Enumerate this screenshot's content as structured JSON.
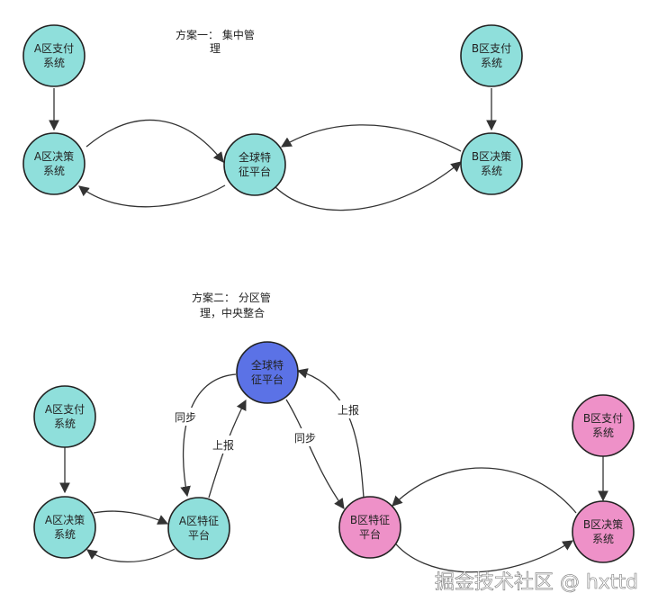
{
  "colors": {
    "teal": "#8fdfdb",
    "blue": "#5b72e6",
    "pink": "#ee91c8",
    "stroke": "#222222",
    "edge": "#333333"
  },
  "scheme1": {
    "title_line1": "方案一：  集中管",
    "title_line2": "理",
    "nodes": {
      "a_pay": {
        "line1": "A区支付",
        "line2": "系统"
      },
      "b_pay": {
        "line1": "B区支付",
        "line2": "系统"
      },
      "a_decision": {
        "line1": "A区决策",
        "line2": "系统"
      },
      "global": {
        "line1": "全球特",
        "line2": "征平台"
      },
      "b_decision": {
        "line1": "B区决策",
        "line2": "系统"
      }
    }
  },
  "scheme2": {
    "title_line1": "方案二：  分区管",
    "title_line2": "理，中央整合",
    "nodes": {
      "global": {
        "line1": "全球特",
        "line2": "征平台"
      },
      "a_pay": {
        "line1": "A区支付",
        "line2": "系统"
      },
      "a_decision": {
        "line1": "A区决策",
        "line2": "系统"
      },
      "a_feature": {
        "line1": "A区特征",
        "line2": "平台"
      },
      "b_feature": {
        "line1": "B区特征",
        "line2": "平台"
      },
      "b_pay": {
        "line1": "B区支付",
        "line2": "系统"
      },
      "b_decision": {
        "line1": "B区决策",
        "line2": "系统"
      }
    },
    "edge_labels": {
      "sync_left": "同步",
      "report_left": "上报",
      "sync_right": "同步",
      "report_right": "上报"
    }
  },
  "watermark": "掘金技术社区 @ hxttd"
}
